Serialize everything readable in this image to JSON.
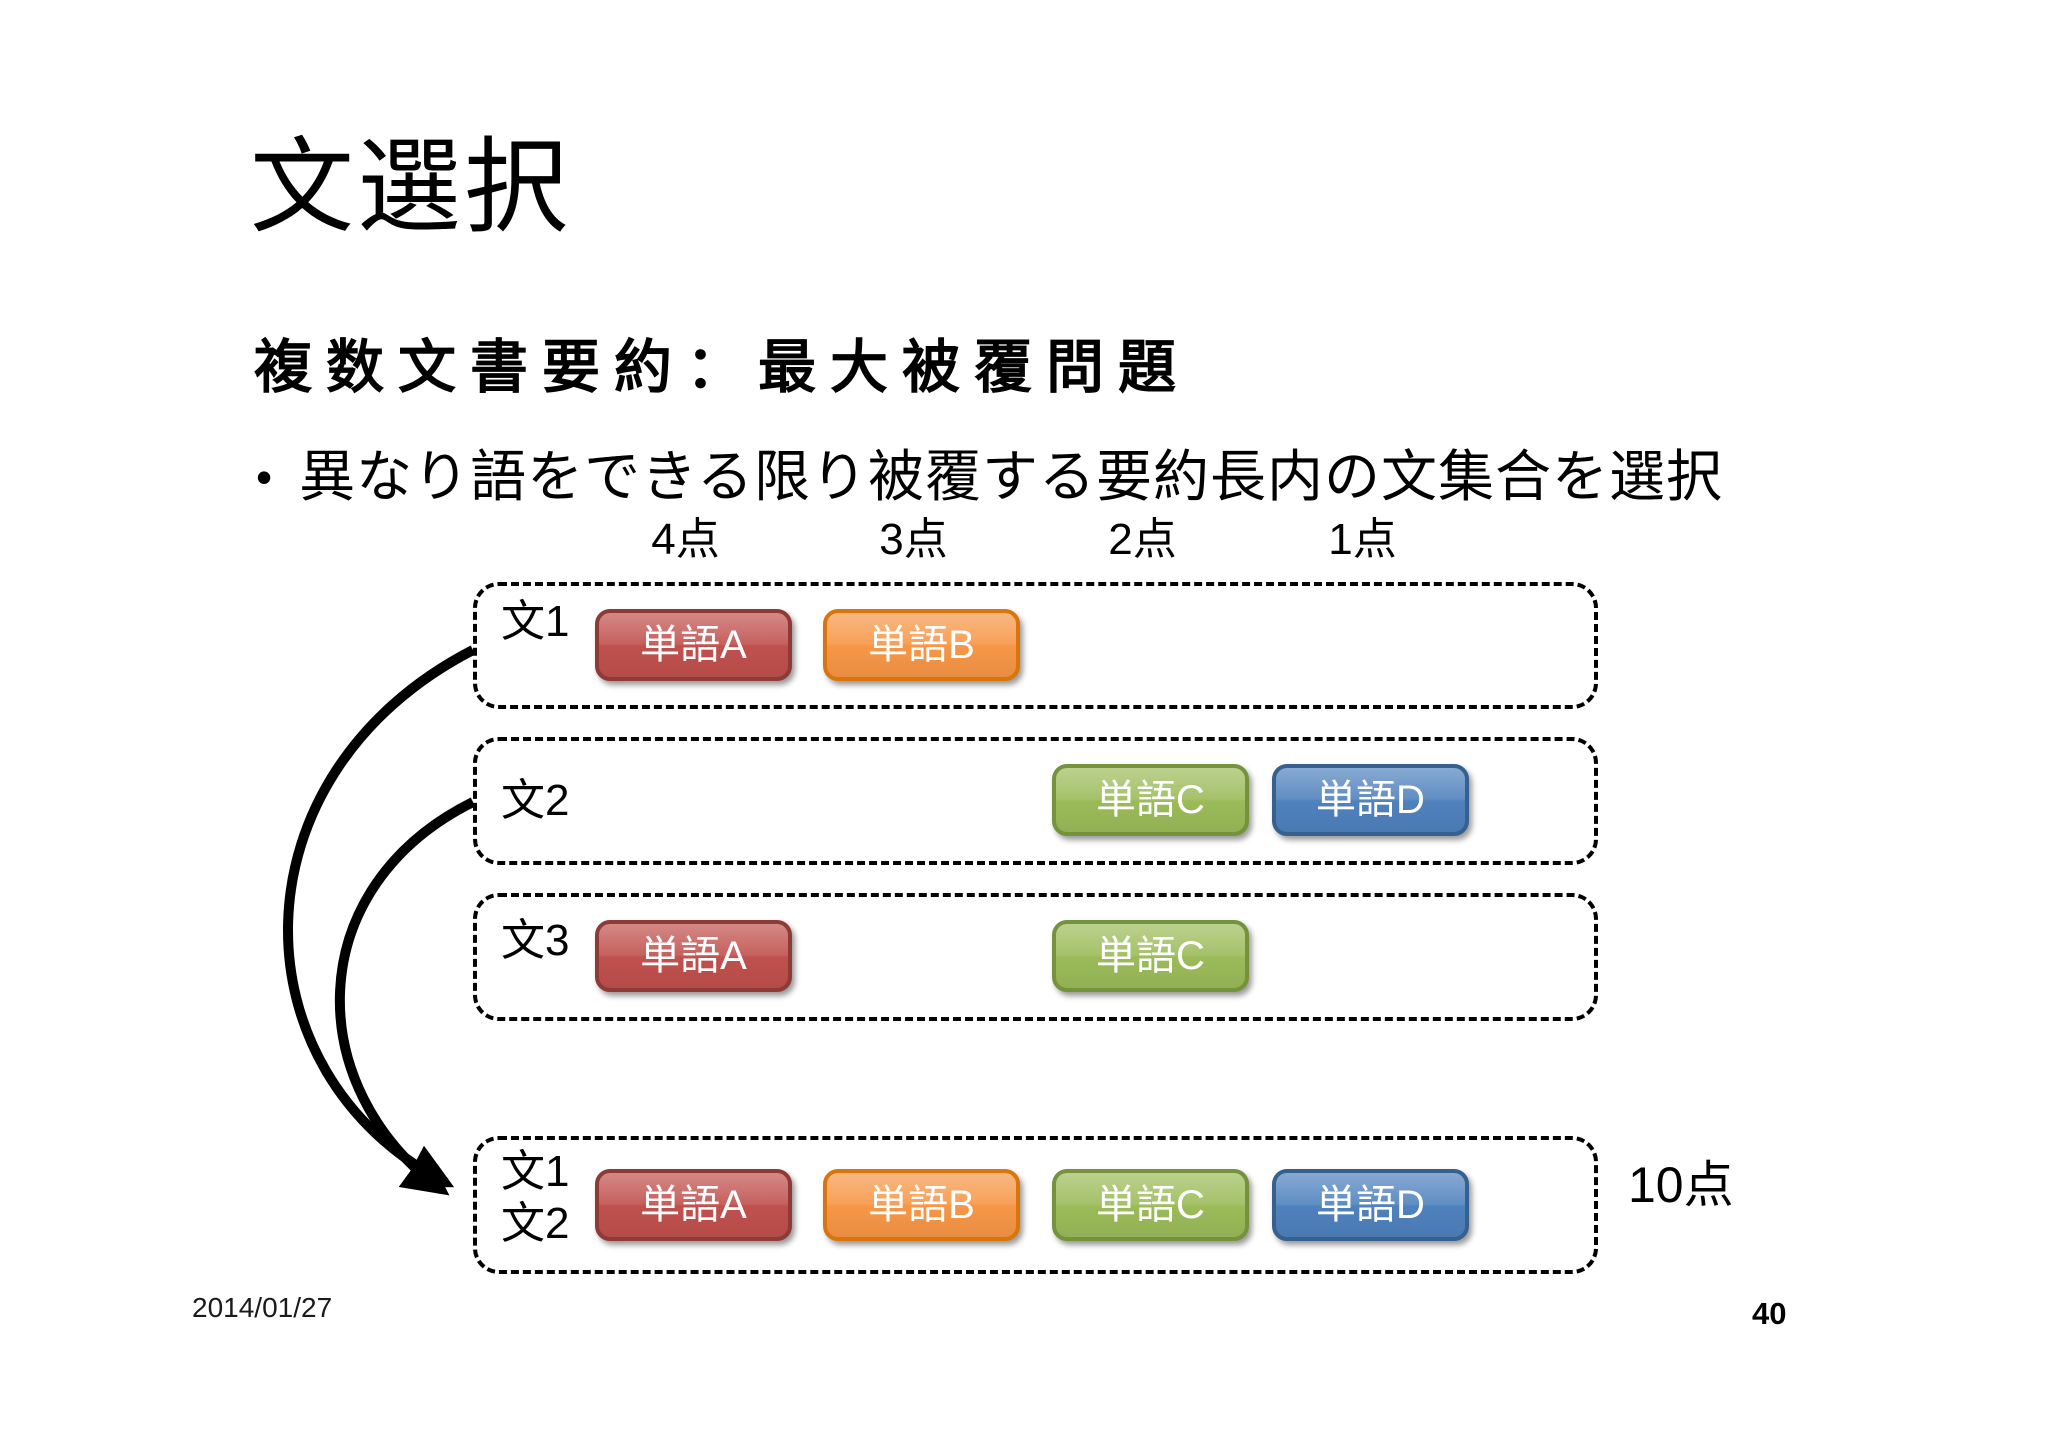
{
  "slide": {
    "title": "文選択",
    "heading": "複数文書要約：最大被覆問題",
    "bullet_marker": "•",
    "bullet_text": "異なり語をできる限り被覆する要約長内の文集合を選択",
    "date": "2014/01/27",
    "page_number": "40"
  },
  "diagram": {
    "point_labels": [
      "4点",
      "3点",
      "2点",
      "1点"
    ],
    "total_score_label": "10点",
    "colors": {
      "word_a": {
        "fill": "#C0504D",
        "border": "#8E3A37"
      },
      "word_b": {
        "fill": "#F79646",
        "border": "#D9750C"
      },
      "word_c": {
        "fill": "#9BBB59",
        "border": "#75923C"
      },
      "word_d": {
        "fill": "#4F81BD",
        "border": "#36608E"
      },
      "dashed_border": "#000000",
      "arrow": "#000000"
    },
    "rows": [
      {
        "label": "文1",
        "words": [
          {
            "id": "A",
            "text": "単語A"
          },
          {
            "id": "B",
            "text": "単語B"
          }
        ]
      },
      {
        "label": "文2",
        "words": [
          {
            "id": "C",
            "text": "単語C"
          },
          {
            "id": "D",
            "text": "単語D"
          }
        ]
      },
      {
        "label": "文3",
        "words": [
          {
            "id": "A",
            "text": "単語A"
          },
          {
            "id": "C",
            "text": "単語C"
          }
        ]
      },
      {
        "labels": [
          "文1",
          "文2"
        ],
        "words": [
          {
            "id": "A",
            "text": "単語A"
          },
          {
            "id": "B",
            "text": "単語B"
          },
          {
            "id": "C",
            "text": "単語C"
          },
          {
            "id": "D",
            "text": "単語D"
          }
        ],
        "score": "10点"
      }
    ]
  }
}
